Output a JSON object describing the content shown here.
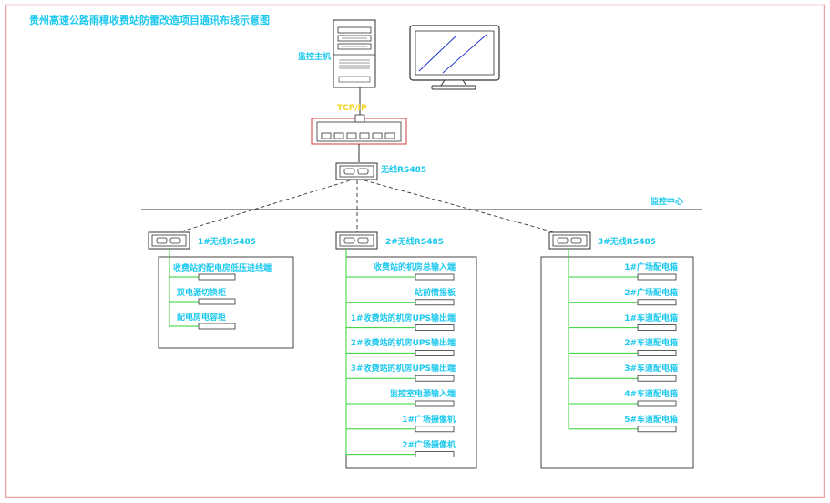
{
  "title": "贵州高速公路雨樟收费站防雷改造项目通讯布线示意图",
  "host_label": "监控主机",
  "tcpip_label": "TCP/IP",
  "main_wireless_label": "无线RS485",
  "center_label": "监控中心",
  "groups": [
    {
      "label": "1#无线RS485",
      "items": [
        "收费站的配电房低压进线端",
        "双电源切换柜",
        "配电房电容柜"
      ]
    },
    {
      "label": "2#无线RS485",
      "items": [
        "收费站的机房总输入端",
        "站前情报板",
        "1#收费站的机房UPS输出端",
        "2#收费站的机房UPS输出端",
        "3#收费站的机房UPS输出端",
        "监控室电源输入端",
        "1#广场摄像机",
        "2#广场摄像机"
      ]
    },
    {
      "label": "3#无线RS485",
      "items": [
        "1#广场配电箱",
        "2#广场配电箱",
        "1#车道配电箱",
        "2#车道配电箱",
        "3#车道配电箱",
        "4#车道配电箱",
        "5#车道配电箱"
      ]
    }
  ],
  "colors": {
    "frame": "#e8a0a0",
    "label": "#1ec9ee",
    "green": "#2fd12f",
    "yellow": "#f4d31f",
    "switch_border": "#d23a3a",
    "monitor_screen": "#2233cc"
  }
}
